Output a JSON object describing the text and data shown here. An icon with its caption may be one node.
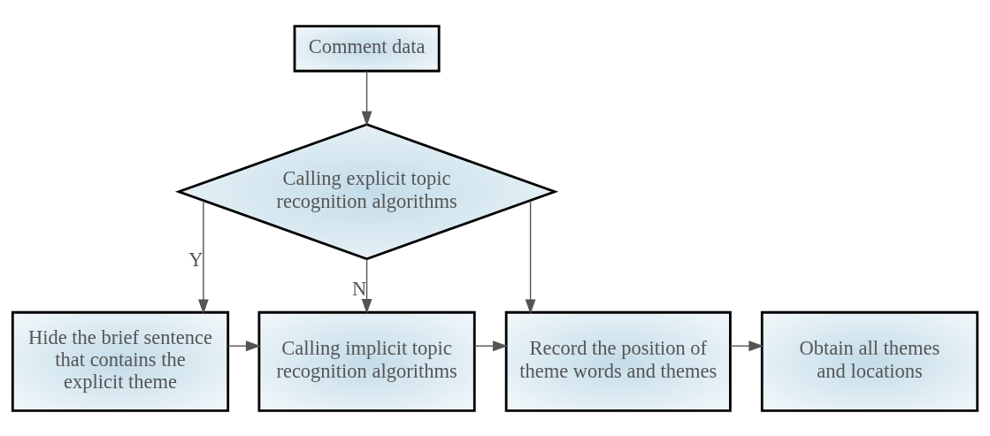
{
  "diagram": {
    "nodes": [
      {
        "text": [
          "Comment data"
        ]
      },
      {
        "text": [
          "Calling explicit topic recognition algorithms"
        ]
      },
      {
        "text": [
          "Hide the brief sentence that contains the explicit theme"
        ]
      },
      {
        "text": [
          "Calling implicit topic recognition algorithms"
        ]
      },
      {
        "text": [
          "Record the position of theme words and themes"
        ]
      },
      {
        "text": [
          "Obtain all themes and locations"
        ]
      }
    ],
    "edges": [
      {
        "from": 0,
        "to": 1,
        "arrow": "to"
      },
      {
        "from": 1,
        "to": 2,
        "arrow": "to",
        "label": "Y"
      },
      {
        "from": 1,
        "to": 3,
        "arrow": "to",
        "label": "N"
      },
      {
        "from": 1,
        "to": 4,
        "arrow": "to"
      },
      {
        "from": 2,
        "to": 3,
        "arrow": "to"
      },
      {
        "from": 3,
        "to": 4,
        "arrow": "to"
      },
      {
        "from": 4,
        "to": 5,
        "arrow": "to"
      }
    ]
  }
}
